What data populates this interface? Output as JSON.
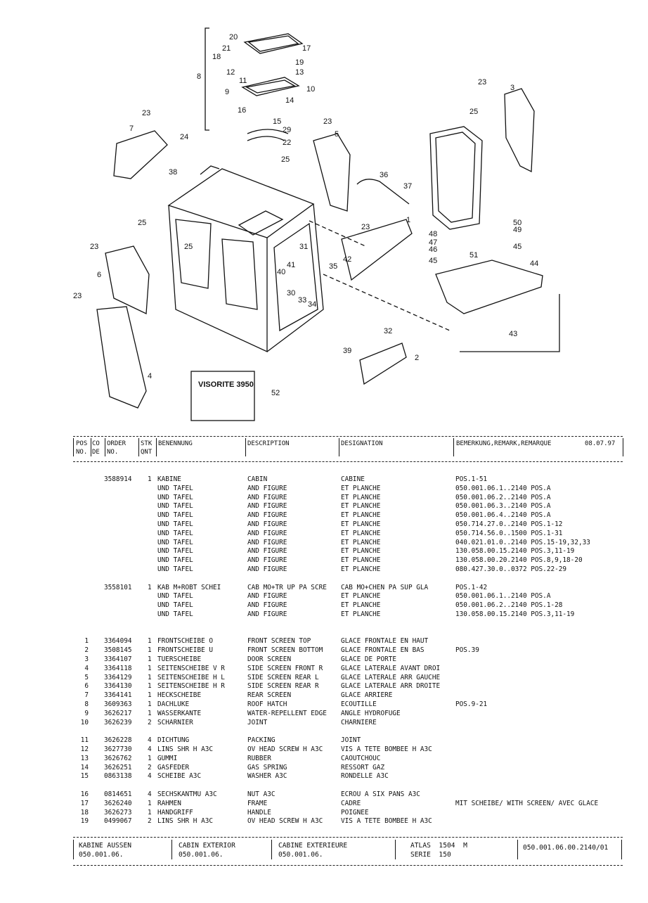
{
  "drawing": {
    "callouts": [
      "20",
      "21",
      "17",
      "18",
      "19",
      "8",
      "12",
      "13",
      "11",
      "9",
      "10",
      "16",
      "14",
      "15",
      "29",
      "22",
      "23",
      "3",
      "25",
      "7",
      "24",
      "23",
      "5",
      "38",
      "25",
      "36",
      "37",
      "25",
      "50",
      "49",
      "48",
      "47",
      "46",
      "45",
      "45",
      "23",
      "1",
      "31",
      "51",
      "44",
      "23",
      "6",
      "42",
      "35",
      "40",
      "41",
      "30",
      "33",
      "34",
      "23",
      "43",
      "32",
      "39",
      "2",
      "4",
      "52"
    ],
    "sign_text": "VISORITE 3950"
  },
  "table_header": {
    "pos_no": [
      "POS",
      "NO."
    ],
    "co_de": [
      "CO",
      "DE"
    ],
    "order_no": [
      "ORDER",
      "NO."
    ],
    "stk_qnt": [
      "STK",
      "QNT"
    ],
    "benennung": "BENENNUNG",
    "description": "DESCRIPTION",
    "designation": "DESIGNATION",
    "remark": "BEMERKUNG,REMARK,REMARQUE",
    "date": "08.07.97"
  },
  "rows": [
    {
      "pos": "",
      "order": "3588914",
      "qty": "1",
      "ben": "KABINE",
      "desc": "CABIN",
      "des": "CABINE",
      "rem": "POS.1-51"
    },
    {
      "pos": "",
      "order": "",
      "qty": "",
      "ben": "UND TAFEL",
      "desc": "AND FIGURE",
      "des": "ET PLANCHE",
      "rem": "050.001.06.1..2140 POS.A"
    },
    {
      "pos": "",
      "order": "",
      "qty": "",
      "ben": "UND TAFEL",
      "desc": "AND FIGURE",
      "des": "ET PLANCHE",
      "rem": "050.001.06.2..2140 POS.A"
    },
    {
      "pos": "",
      "order": "",
      "qty": "",
      "ben": "UND TAFEL",
      "desc": "AND FIGURE",
      "des": "ET PLANCHE",
      "rem": "050.001.06.3..2140 POS.A"
    },
    {
      "pos": "",
      "order": "",
      "qty": "",
      "ben": "UND TAFEL",
      "desc": "AND FIGURE",
      "des": "ET PLANCHE",
      "rem": "050.001.06.4..2140 POS.A"
    },
    {
      "pos": "",
      "order": "",
      "qty": "",
      "ben": "UND TAFEL",
      "desc": "AND FIGURE",
      "des": "ET PLANCHE",
      "rem": "050.714.27.0..2140 POS.1-12"
    },
    {
      "pos": "",
      "order": "",
      "qty": "",
      "ben": "UND TAFEL",
      "desc": "AND FIGURE",
      "des": "ET PLANCHE",
      "rem": "050.714.56.0..1500 POS.1-31"
    },
    {
      "pos": "",
      "order": "",
      "qty": "",
      "ben": "UND TAFEL",
      "desc": "AND FIGURE",
      "des": "ET PLANCHE",
      "rem": "040.021.01.0..2140 POS.15-19,32,33"
    },
    {
      "pos": "",
      "order": "",
      "qty": "",
      "ben": "UND TAFEL",
      "desc": "AND FIGURE",
      "des": "ET PLANCHE",
      "rem": "130.058.00.15.2140 POS.3,11-19"
    },
    {
      "pos": "",
      "order": "",
      "qty": "",
      "ben": "UND TAFEL",
      "desc": "AND FIGURE",
      "des": "ET PLANCHE",
      "rem": "130.058.00.20.2140 POS.8,9,18-20"
    },
    {
      "pos": "",
      "order": "",
      "qty": "",
      "ben": "UND TAFEL",
      "desc": "AND FIGURE",
      "des": "ET PLANCHE",
      "rem": "080.427.30.0..0372 POS.22-29"
    },
    {
      "gap": true
    },
    {
      "pos": "",
      "order": "3558101",
      "qty": "1",
      "ben": "KAB M+ROBT SCHEI",
      "desc": "CAB MO+TR UP PA SCRE",
      "des": "CAB MO+CHEN PA SUP GLA",
      "rem": "POS.1-42"
    },
    {
      "pos": "",
      "order": "",
      "qty": "",
      "ben": "UND TAFEL",
      "desc": "AND FIGURE",
      "des": "ET PLANCHE",
      "rem": "050.001.06.1..2140 POS.A"
    },
    {
      "pos": "",
      "order": "",
      "qty": "",
      "ben": "UND TAFEL",
      "desc": "AND FIGURE",
      "des": "ET PLANCHE",
      "rem": "050.001.06.2..2140 POS.1-28"
    },
    {
      "pos": "",
      "order": "",
      "qty": "",
      "ben": "UND TAFEL",
      "desc": "AND FIGURE",
      "des": "ET PLANCHE",
      "rem": "130.058.00.15.2140 POS.3,11-19"
    },
    {
      "gap": true
    },
    {
      "gap": true
    },
    {
      "pos": "1",
      "order": "3364094",
      "qty": "1",
      "ben": "FRONTSCHEIBE O",
      "desc": "FRONT SCREEN TOP",
      "des": "GLACE FRONTALE EN HAUT",
      "rem": ""
    },
    {
      "pos": "2",
      "order": "3508145",
      "qty": "1",
      "ben": "FRONTSCHEIBE U",
      "desc": "FRONT SCREEN BOTTOM",
      "des": "GLACE FRONTALE EN BAS",
      "rem": "POS.39"
    },
    {
      "pos": "3",
      "order": "3364107",
      "qty": "1",
      "ben": "TUERSCHEIBE",
      "desc": "DOOR SCREEN",
      "des": "GLACE DE PORTE",
      "rem": ""
    },
    {
      "pos": "4",
      "order": "3364118",
      "qty": "1",
      "ben": "SEITENSCHEIBE V R",
      "desc": "SIDE SCREEN FRONT R",
      "des": "GLACE LATERALE AVANT DROI",
      "rem": ""
    },
    {
      "pos": "5",
      "order": "3364129",
      "qty": "1",
      "ben": "SEITENSCHEIBE H L",
      "desc": "SIDE SCREEN REAR L",
      "des": "GLACE LATERALE ARR GAUCHE",
      "rem": ""
    },
    {
      "pos": "6",
      "order": "3364130",
      "qty": "1",
      "ben": "SEITENSCHEIBE H R",
      "desc": "SIDE SCREEN REAR R",
      "des": "GLACE LATERALE ARR DROITE",
      "rem": ""
    },
    {
      "pos": "7",
      "order": "3364141",
      "qty": "1",
      "ben": "HECKSCHEIBE",
      "desc": "REAR SCREEN",
      "des": "GLACE ARRIERE",
      "rem": ""
    },
    {
      "pos": "8",
      "order": "3609363",
      "qty": "1",
      "ben": "DACHLUKE",
      "desc": "ROOF HATCH",
      "des": "ECOUTILLE",
      "rem": "POS.9-21"
    },
    {
      "pos": "9",
      "order": "3626217",
      "qty": "1",
      "ben": "WASSERKANTE",
      "desc": "WATER-REPELLENT EDGE",
      "des": "ANGLE HYDROFUGE",
      "rem": ""
    },
    {
      "pos": "10",
      "order": "3626239",
      "qty": "2",
      "ben": "SCHARNIER",
      "desc": "JOINT",
      "des": "CHARNIERE",
      "rem": ""
    },
    {
      "gap": true
    },
    {
      "pos": "11",
      "order": "3626228",
      "qty": "4",
      "ben": "DICHTUNG",
      "desc": "PACKING",
      "des": "JOINT",
      "rem": ""
    },
    {
      "pos": "12",
      "order": "3627730",
      "qty": "4",
      "ben": "LINS SHR H A3C",
      "desc": "OV HEAD SCREW H A3C",
      "des": "VIS A TETE BOMBEE H A3C",
      "rem": ""
    },
    {
      "pos": "13",
      "order": "3626762",
      "qty": "1",
      "ben": "GUMMI",
      "desc": "RUBBER",
      "des": "CAOUTCHOUC",
      "rem": ""
    },
    {
      "pos": "14",
      "order": "3626251",
      "qty": "2",
      "ben": "GASFEDER",
      "desc": "GAS SPRING",
      "des": "RESSORT GAZ",
      "rem": ""
    },
    {
      "pos": "15",
      "order": "0863138",
      "qty": "4",
      "ben": "SCHEIBE A3C",
      "desc": "WASHER A3C",
      "des": "RONDELLE A3C",
      "rem": ""
    },
    {
      "gap": true
    },
    {
      "pos": "16",
      "order": "0814651",
      "qty": "4",
      "ben": "SECHSKANTMU A3C",
      "desc": "NUT A3C",
      "des": "ECROU A SIX PANS A3C",
      "rem": ""
    },
    {
      "pos": "17",
      "order": "3626240",
      "qty": "1",
      "ben": "RAHMEN",
      "desc": "FRAME",
      "des": "CADRE",
      "rem": "MIT SCHEIBE/ WITH SCREEN/ AVEC GLACE"
    },
    {
      "pos": "18",
      "order": "3626273",
      "qty": "1",
      "ben": "HANDGRIFF",
      "desc": "HANDLE",
      "des": "POIGNEE",
      "rem": ""
    },
    {
      "pos": "19",
      "order": "0499067",
      "qty": "2",
      "ben": "LINS SHR H A3C",
      "desc": "OV HEAD SCREW H A3C",
      "des": "VIS A TETE BOMBEE H A3C",
      "rem": ""
    }
  ],
  "footer": {
    "de_title": "KABINE AUSSEN",
    "de_code": "050.001.06.",
    "en_title": "CABIN EXTERIOR",
    "en_code": "050.001.06.",
    "fr_title": "CABINE EXTERIEURE",
    "fr_code": "050.001.06.",
    "model": "ATLAS  1504  M",
    "series": "SERIE  150",
    "page_code": "050.001.06.00.2140/01"
  }
}
